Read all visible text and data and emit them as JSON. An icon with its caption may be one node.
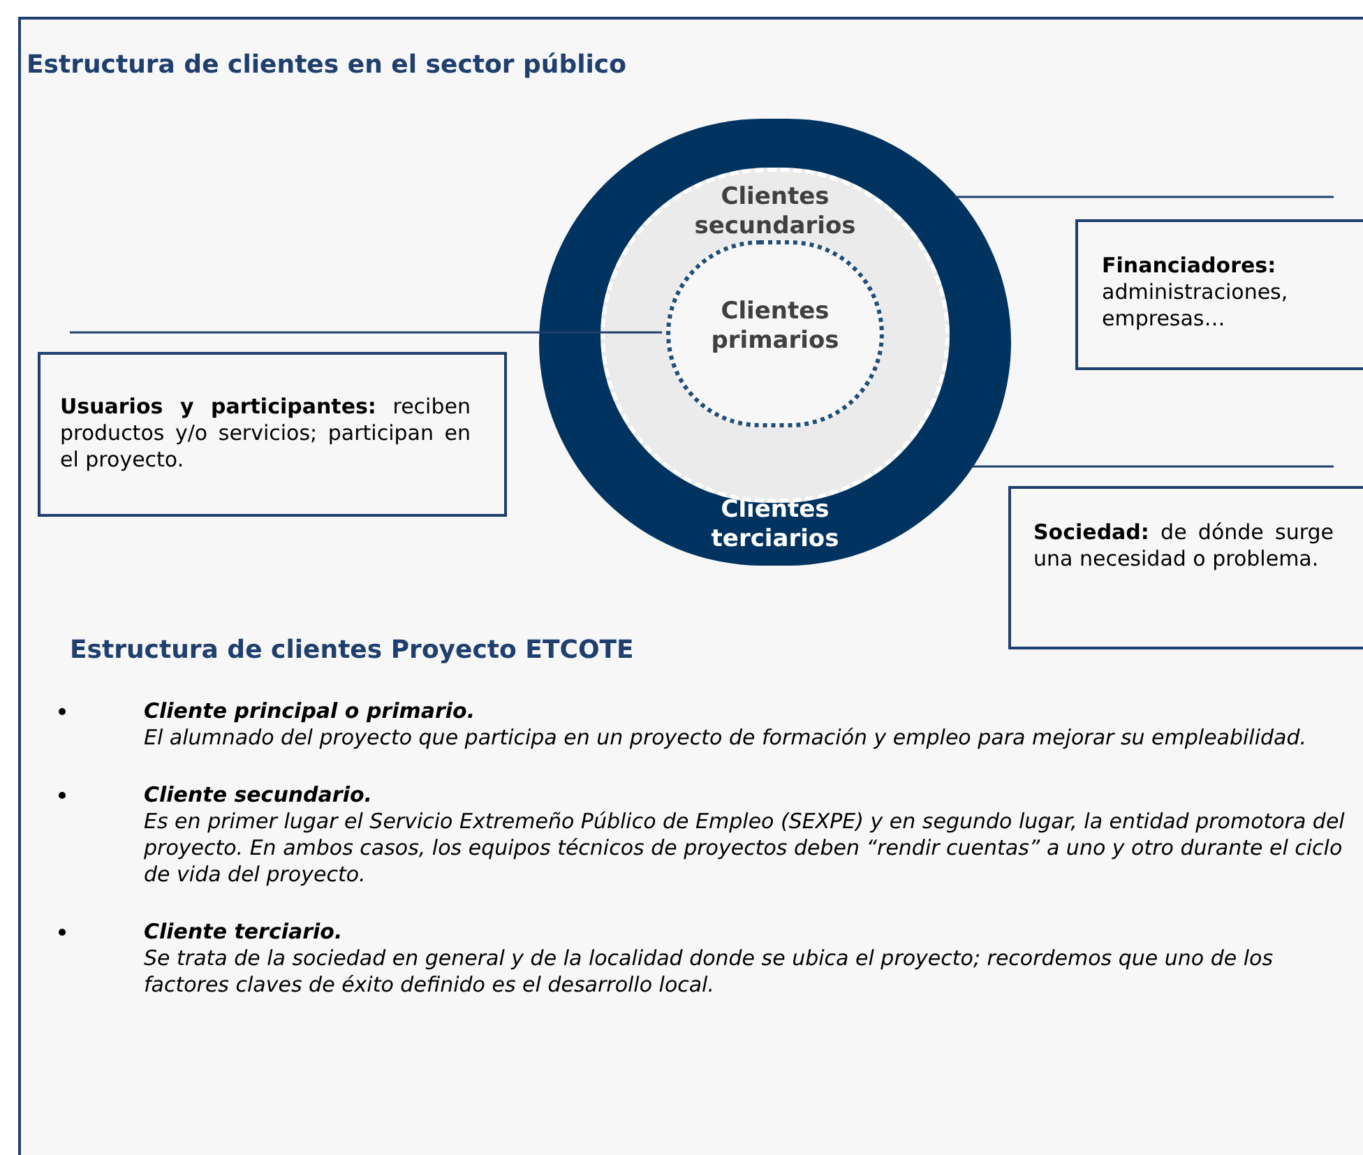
{
  "diagram": {
    "title": "Estructura de clientes en el sector público",
    "nodes": [
      {
        "text": [
          "Clientes terciarios"
        ]
      },
      {
        "text": [
          "Clientes secundarios"
        ],
        "in": 0
      },
      {
        "text": [
          "Clientes primarios"
        ],
        "in": 1
      },
      {
        "text": [
          "**Usuarios y participantes:** reciben productos y/o servicios; participan en el proyecto."
        ]
      },
      {
        "text": [
          "**Financiadores:** administraciones, empresas…"
        ]
      },
      {
        "text": [
          "**Sociedad:** de dónde surge una necesidad o problema."
        ]
      }
    ],
    "edges": [
      {
        "from": 3,
        "to": 2,
        "arrow": "none"
      },
      {
        "from": 4,
        "to": 0,
        "arrow": "none"
      },
      {
        "from": 5,
        "to": 0,
        "arrow": "none"
      }
    ],
    "labels": [
      "Estructura de clientes Proyecto ETCOTE",
      "Cliente principal o primario.",
      "El alumnado del proyecto que participa en un proyecto de formación y empleo para mejorar su empleabilidad.",
      "Cliente secundario.",
      "Es en primer lugar el Servicio Extremeño Público de Empleo (SEXPE) y en segundo lugar, la entidad promotora del proyecto. En ambos casos, los equipos técnicos de proyectos deben “rendir cuentas” a uno y otro durante el ciclo de vida del proyecto.",
      "Cliente terciario.",
      "Se trata de la sociedad en general y de la localidad donde se ubica el proyecto; recordemos que uno de los factores claves de éxito definido es el desarrollo local."
    ]
  }
}
